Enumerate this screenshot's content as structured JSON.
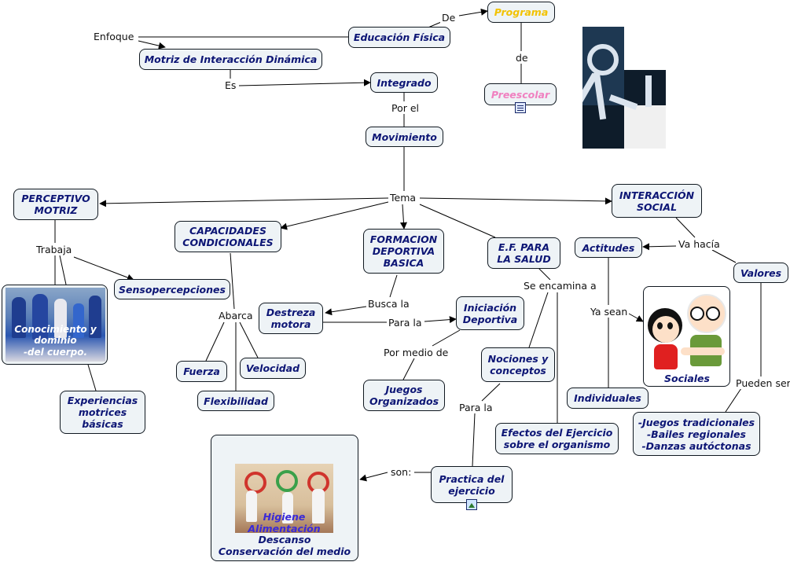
{
  "colors": {
    "node_fill": "#eef3f6",
    "node_text": "#0d1675",
    "accent_programa": "#f2c200",
    "accent_preescolar": "#f080c0"
  },
  "nodes": {
    "programa": "Programa",
    "educacion_fisica": "Educación Física",
    "preescolar": "Preescolar",
    "motriz": "Motriz de Interacción Dinámica",
    "integrado": "Integrado",
    "movimiento": "Movimiento",
    "perceptivo": "PERCEPTIVO\nMOTRIZ",
    "capacidades": "CAPACIDADES\nCONDICIONALES",
    "formacion": "FORMACION\nDEPORTIVA\nBASICA",
    "ef_salud": "E.F. PARA\nLA SALUD",
    "interaccion": "INTERACCIÓN\nSOCIAL",
    "actitudes": "Actitudes",
    "valores": "Valores",
    "sensopercepciones": "Sensopercepciones",
    "conocimiento": "Conocimiento y\ndominio\n-del cuerpo.",
    "experiencias": "Experiencias\nmotrices\nbásicas",
    "destreza": "Destreza\nmotora",
    "iniciacion": "Iniciación\nDeportiva",
    "juegos": "Juegos\nOrganizados",
    "fuerza": "Fuerza",
    "velocidad": "Velocidad",
    "flexibilidad": "Flexibilidad",
    "nociones": "Nociones y\nconceptos",
    "efectos": "Efectos del Ejercicio\nsobre el organismo",
    "individuales": "Individuales",
    "sociales": "Sociales",
    "juegos_trad": "-Juegos tradicionales\n-Bailes regionales\n-Danzas autóctonas",
    "practica": "Practica del\nejercicio",
    "higiene_top": "Higiene\nAlimentación",
    "higiene_bottom": "Descanso\nConservación del medio"
  },
  "labels": {
    "de1": "De",
    "enfoque": "Enfoque",
    "de2": "de",
    "es": "Es",
    "porel": "Por el",
    "tema": "Tema",
    "trabaja": "Trabaja",
    "abarca": "Abarca",
    "buscala": "Busca la",
    "parala1": "Para la",
    "pormedio": "Por medio de",
    "seencamina": "Se encamina a",
    "vahacia": "Va hacía",
    "yasean": "Ya sean",
    "puedenser": "Pueden ser",
    "parala2": "Para la",
    "son": "son:"
  }
}
